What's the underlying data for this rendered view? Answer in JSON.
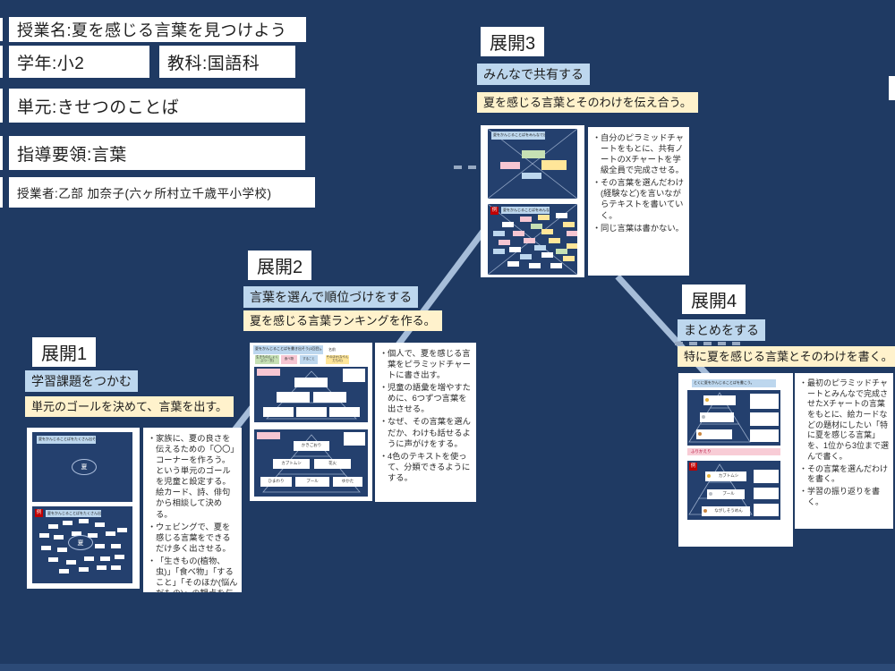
{
  "header": {
    "lesson_name": "授業名:夏を感じる言葉を見つけよう",
    "grade": "学年:小2",
    "subject": "教科:国語科",
    "unit": "単元:きせつのことば",
    "guideline": "指導要領:言葉",
    "teacher": "授業者:乙部 加奈子(六ヶ所村立千歳平小学校)"
  },
  "sections": [
    {
      "title": "展開1",
      "activity": "学習課題をつかむ",
      "goal": "単元のゴールを決めて、言葉を出す。",
      "bullets": [
        "家族に、夏の良さを伝えるための「〇〇」コーナーを作ろう。という単元のゴールを児童と設定する。絵カード、詩、俳句から相談して決める。",
        "ウェビングで、夏を感じる言葉をできるだけ多く出させる。",
        "「生きもの(植物、虫)」「食べ物」「すること」「そのほか(悩んだもの)」の観点を与えて、観点ごとに近くに出させる。"
      ]
    },
    {
      "title": "展開2",
      "activity": "言葉を選んで順位づけをする",
      "goal": "夏を感じる言葉ランキングを作る。",
      "bullets": [
        "個人で、夏を感じる言葉をピラミッドチャートに書き出す。",
        "児童の語彙を増やすために、6つずつ言葉を出させる。",
        "なぜ、その言葉を選んだか、わけも話せるように声がけをする。",
        "4色のテキストを使って、分類できるようにする。"
      ]
    },
    {
      "title": "展開3",
      "activity": "みんなで共有する",
      "goal": "夏を感じる言葉とそのわけを伝え合う。",
      "bullets": [
        "自分のピラミッドチャートをもとに、共有ノートのXチャートを学級全員で完成させる。",
        "その言葉を選んだわけ(経験など)を言いながらテキストを書いていく。",
        "同じ言葉は書かない。"
      ]
    },
    {
      "title": "展開4",
      "activity": "まとめをする",
      "goal": "特に夏を感じる言葉とそのわけを書く。",
      "bullets": [
        "最初のピラミッドチャートとみんなで完成させたXチャートの言葉をもとに、絵カードなどの題材にしたい「特に夏を感じる言葉」を、1位から3位まで選んで書く。",
        "その言葉を選んだわけを書く。",
        "学習の振り返りを書く。"
      ]
    }
  ],
  "thumbnails": {
    "example_badge": "例",
    "t1": {
      "header": "夏をかんじることばをたくさん出そう。",
      "center_word": "夏"
    },
    "t2": {
      "header": "夏をかんじることばを書き出そう(1回目)。",
      "name_label": "名前",
      "legend": [
        "生きもの(しょくぶつ・虫)",
        "食べ物",
        "すること",
        "そのほか(なやんだもの)"
      ],
      "pyramid_top": "かきごおり",
      "pyramid_mid": [
        "カブトムシ",
        "花火"
      ],
      "pyramid_bottom": [
        "ひまわり",
        "プール",
        "ゆかた"
      ]
    },
    "t3": {
      "header": "夏をかんじることばをみんなで出し合おう。"
    },
    "t4": {
      "header": "とくに夏をかんじることばを書こう。",
      "review_label": "ふりかえり",
      "ranking": [
        "カブトムシ",
        "プール",
        "ながしそうめん"
      ]
    }
  },
  "colors": {
    "background": "#1F3A63",
    "canvas": "#24406E",
    "label_blue": "#BDD7EE",
    "label_yellow": "#FFF2CC",
    "connector": "#A6BDD9",
    "note_pink": "#F6C6D2",
    "note_green": "#C6E0B4",
    "note_blue": "#BDD7EE",
    "note_yellow": "#FFE699",
    "badge_red": "#C00000"
  }
}
